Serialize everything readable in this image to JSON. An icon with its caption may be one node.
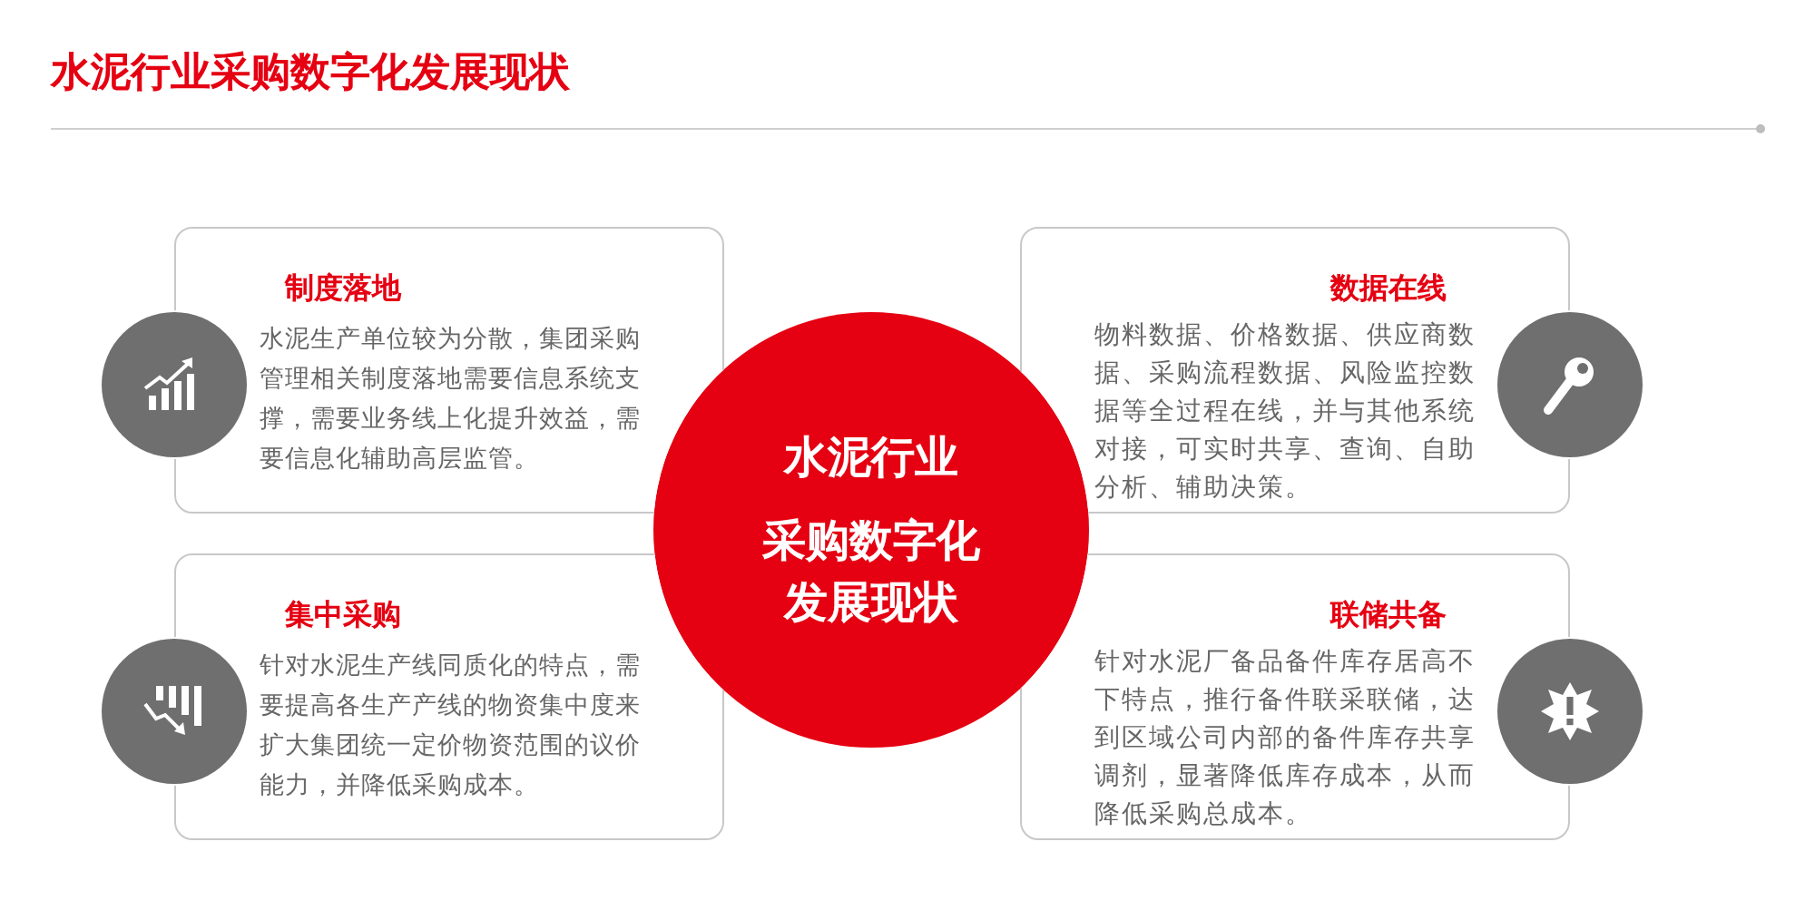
{
  "diagram": {
    "title": "水泥行业采购数字化发展现状",
    "nodes": [
      {
        "text": [
          "制度落地",
          "水泥生产单位较为分散，集团采购管理相关制度落地需要信息系统支撑，需要业务线上化提升效益，需要信息化辅助高层监管。"
        ]
      },
      {
        "text": [
          "数据在线",
          "物料数据、价格数据、供应商数据、采购流程数据、风险监控数据等全过程在线，并与其他系统对接，可实时共享、查询、自助分析、辅助决策。"
        ]
      },
      {
        "text": [
          "水泥行业",
          "采购数字化发展现状"
        ]
      },
      {
        "text": [
          "集中采购",
          "针对水泥生产线同质化的特点，需要提高各生产产线的物资集中度来扩大集团统一定价物资范围的议价能力，并降低采购成本。"
        ]
      },
      {
        "text": [
          "联储共备",
          "针对水泥厂备品备件库存居高不下特点，推行备件联采联储，达到区域公司内部的备件库存共享调剂，显著降低库存成本，从而降低采购总成本。"
        ]
      }
    ]
  }
}
